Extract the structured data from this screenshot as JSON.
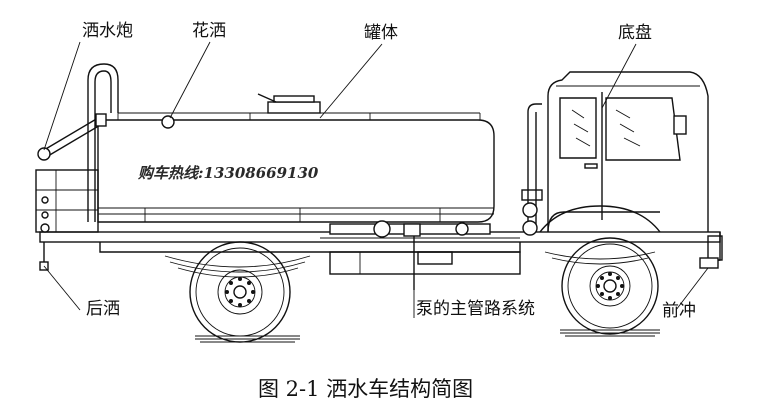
{
  "labels": {
    "water_cannon": "洒水炮",
    "sprinkler": "花洒",
    "tank": "罐体",
    "chassis": "底盘",
    "rear_sprinkler": "后洒",
    "pump_pipe_system": "泵的主管路系统",
    "front_spray": "前冲"
  },
  "hotline": "购车热线:13308669130",
  "caption": "图 2-1  洒水车结构简图"
}
